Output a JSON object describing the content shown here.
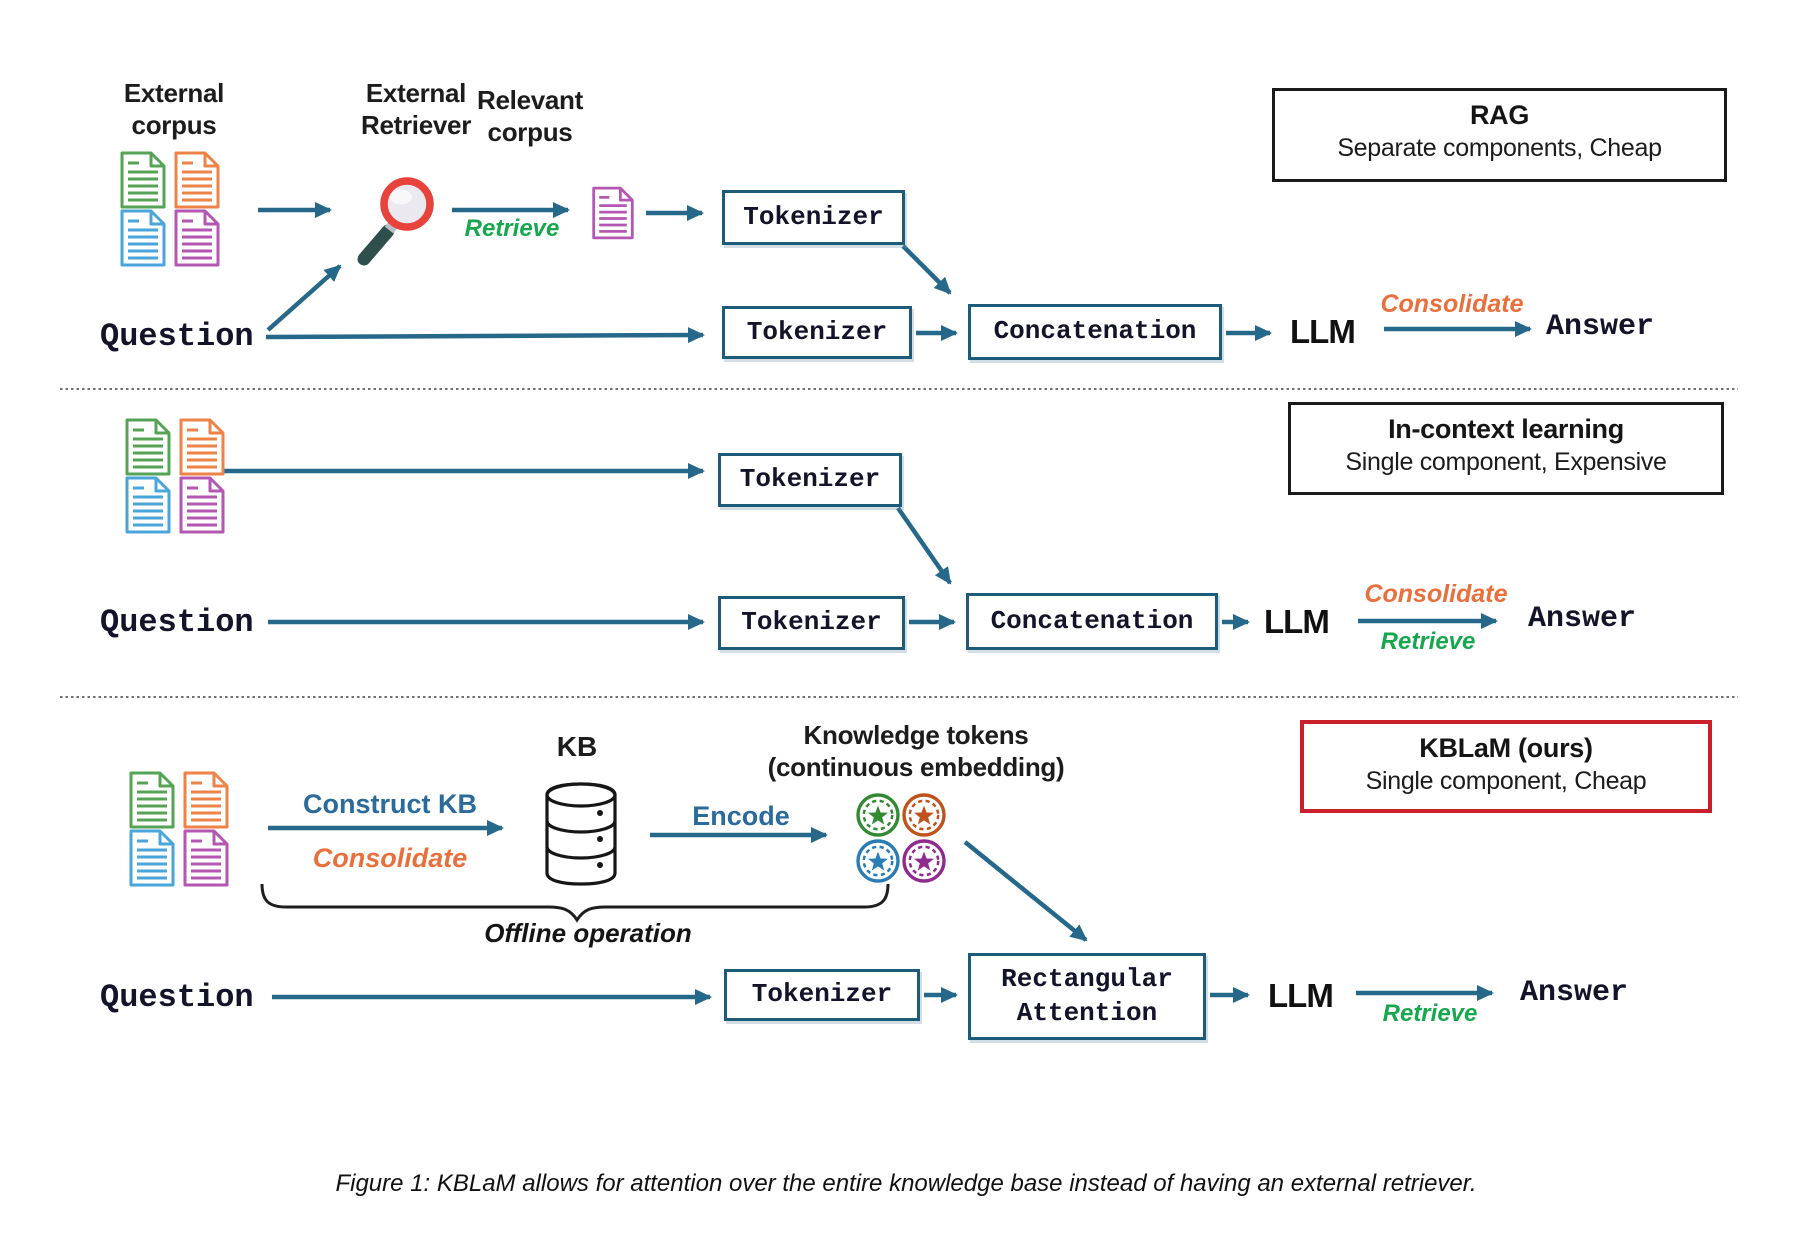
{
  "colors": {
    "teal_arrow": "#26688a",
    "teal_box_border": "#1d5b7a",
    "green_label": "#17a74f",
    "orange_label": "#e9703d",
    "blue_label": "#2a6b9c",
    "title_box_border": "#1a1a1a",
    "kblam_box_border": "#c9202a",
    "doc_green": "#55a355",
    "doc_orange": "#ee8347",
    "doc_blue": "#4aa5da",
    "doc_purple": "#b457b2",
    "token_green": "#338a33",
    "token_orange": "#c0531d",
    "token_blue": "#2a7cb5",
    "token_purple": "#8f2b8f",
    "magnifier_red": "#e8423d",
    "magnifier_handle": "#2f4f4d"
  },
  "icons": {
    "external_corpus": "documents-icon",
    "external_retriever": "magnifier-icon",
    "relevant_corpus": "document-icon",
    "kb": "database-icon",
    "knowledge_tokens": "token-chips-icon"
  },
  "rag": {
    "external_corpus": "External\ncorpus",
    "external_retriever": "External\nRetriever",
    "relevant_corpus": "Relevant\ncorpus",
    "retrieve": "Retrieve",
    "question": "Question",
    "tokenizer_top": "Tokenizer",
    "tokenizer_bottom": "Tokenizer",
    "concatenation": "Concatenation",
    "llm": "LLM",
    "consolidate": "Consolidate",
    "answer": "Answer",
    "box_title": "RAG",
    "box_subtitle": "Separate components, Cheap"
  },
  "icl": {
    "question": "Question",
    "tokenizer_top": "Tokenizer",
    "tokenizer_bottom": "Tokenizer",
    "concatenation": "Concatenation",
    "llm": "LLM",
    "consolidate": "Consolidate",
    "retrieve": "Retrieve",
    "answer": "Answer",
    "box_title": "In-context learning",
    "box_subtitle": "Single component, Expensive"
  },
  "kblam": {
    "kb": "KB",
    "construct_kb": "Construct KB",
    "consolidate": "Consolidate",
    "encode": "Encode",
    "knowledge_tokens": "Knowledge tokens\n(continuous embedding)",
    "offline_operation": "Offline operation",
    "question": "Question",
    "tokenizer": "Tokenizer",
    "rectangular_attention": "Rectangular\nAttention",
    "llm": "LLM",
    "retrieve": "Retrieve",
    "answer": "Answer",
    "box_title": "KBLaM (ours)",
    "box_subtitle": "Single component, Cheap"
  },
  "caption": "Figure 1: KBLaM allows for attention over the entire knowledge base instead of having an external retriever."
}
